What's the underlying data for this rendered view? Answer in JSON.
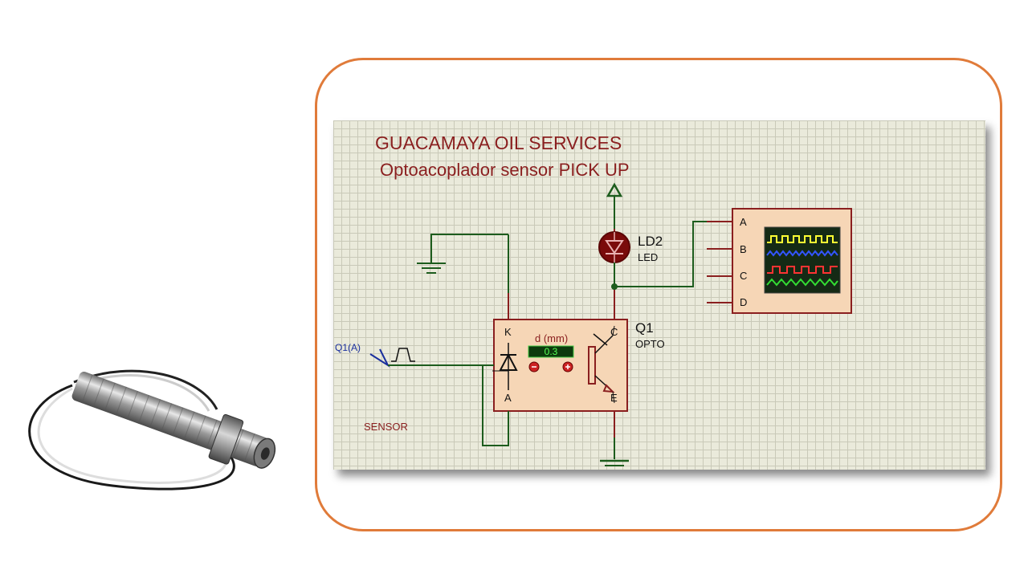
{
  "title": "GUACAMAYA OIL SERVICES",
  "subtitle": "Optoacoplador sensor PICK UP",
  "led": {
    "ref": "LD2",
    "value": "LED"
  },
  "opto": {
    "ref": "Q1",
    "value": "OPTO",
    "pin_k": "K",
    "pin_a": "A",
    "pin_c": "C",
    "pin_e": "E",
    "readout_label": "d (mm)",
    "readout_value": "0.3"
  },
  "scope": {
    "channels": [
      "A",
      "B",
      "C",
      "D"
    ],
    "trace_colors": [
      "#ffff33",
      "#3355ff",
      "#ff3333",
      "#33dd33"
    ]
  },
  "generator": {
    "label": "Q1(A)"
  },
  "sensor_label": "SENSOR",
  "colors": {
    "frame": "#e07b3a",
    "wire": "#1d5c1d",
    "component": "#8a1f1f",
    "title": "#8a1f1f",
    "probe": "#1a2f9e"
  }
}
